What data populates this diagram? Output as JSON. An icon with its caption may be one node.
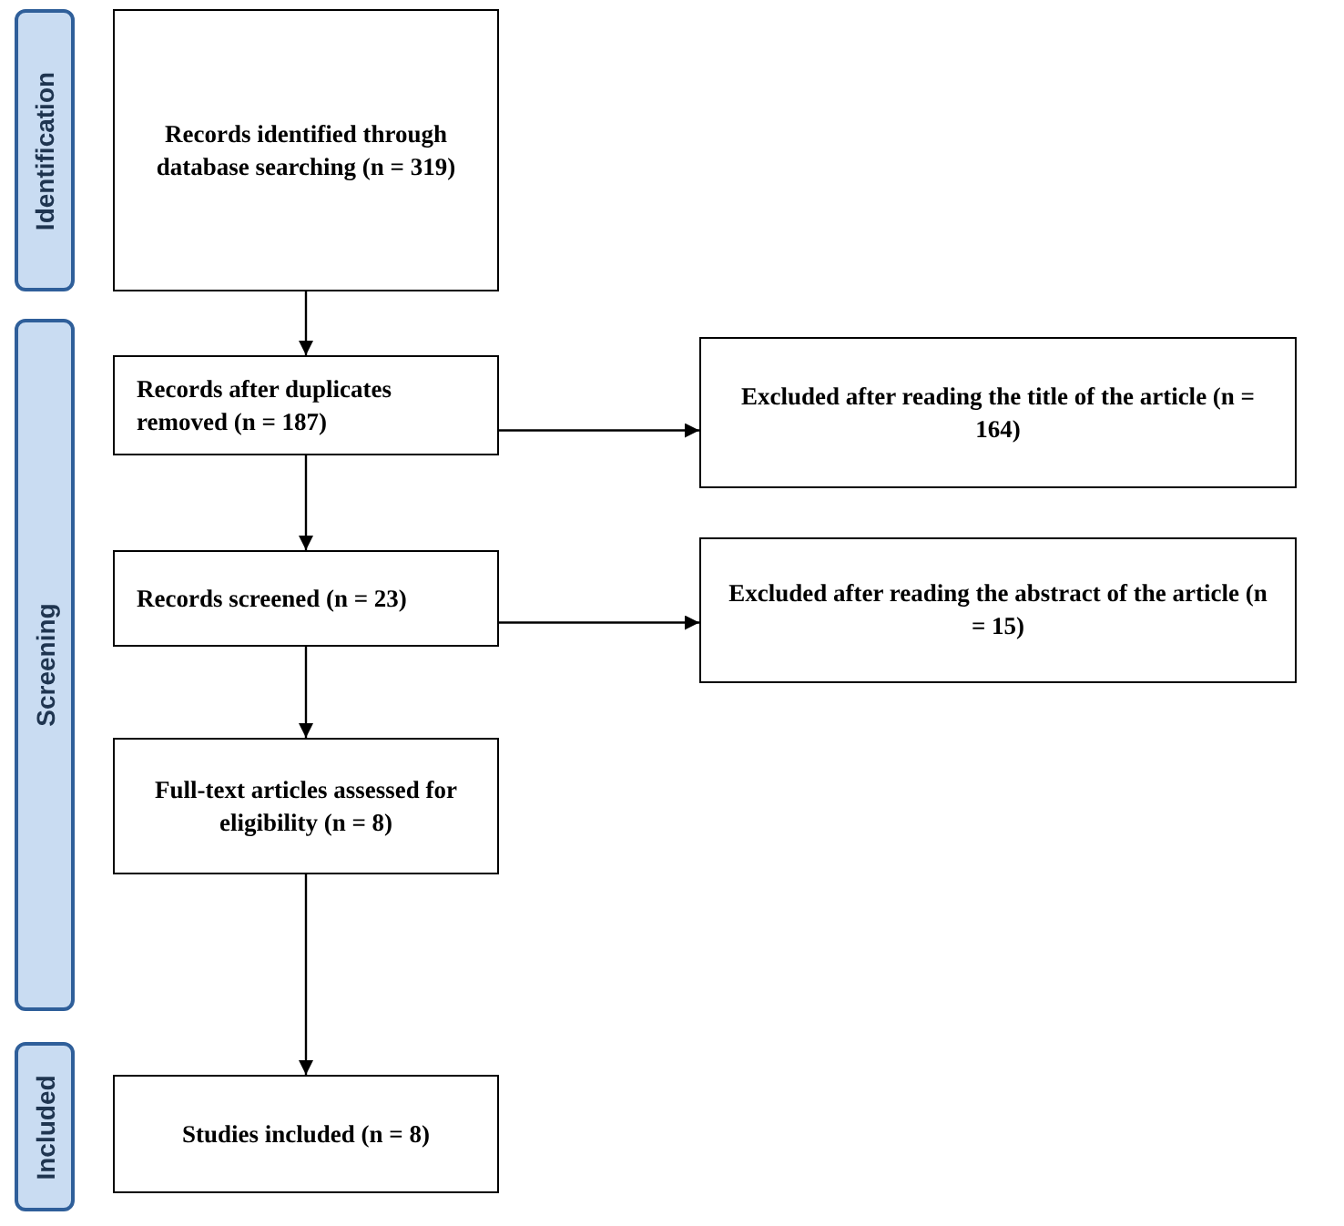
{
  "diagram": {
    "nodes": [
      {
        "text": [
          "Identification"
        ]
      },
      {
        "text": [
          "Records identified through database searching (n = 319)"
        ]
      },
      {
        "text": [
          "Screening"
        ]
      },
      {
        "text": [
          "Records after duplicates removed (n = 187)"
        ]
      },
      {
        "text": [
          "Excluded after reading the title of the article  (n = 164)"
        ]
      },
      {
        "text": [
          "Records screened (n = 23)"
        ]
      },
      {
        "text": [
          "Excluded after reading the abstract of the article  (n = 15)"
        ]
      },
      {
        "text": [
          "Full-text articles assessed for eligibility (n = 8)"
        ]
      },
      {
        "text": [
          "Included"
        ]
      },
      {
        "text": [
          "Studies included (n = 8)"
        ]
      }
    ],
    "edges": [
      {
        "from": 1,
        "to": 3,
        "arrow": "to"
      },
      {
        "from": 3,
        "to": 4,
        "arrow": "to"
      },
      {
        "from": 3,
        "to": 5,
        "arrow": "to"
      },
      {
        "from": 5,
        "to": 6,
        "arrow": "to"
      },
      {
        "from": 5,
        "to": 7,
        "arrow": "to"
      },
      {
        "from": 7,
        "to": 9,
        "arrow": "to"
      }
    ]
  }
}
